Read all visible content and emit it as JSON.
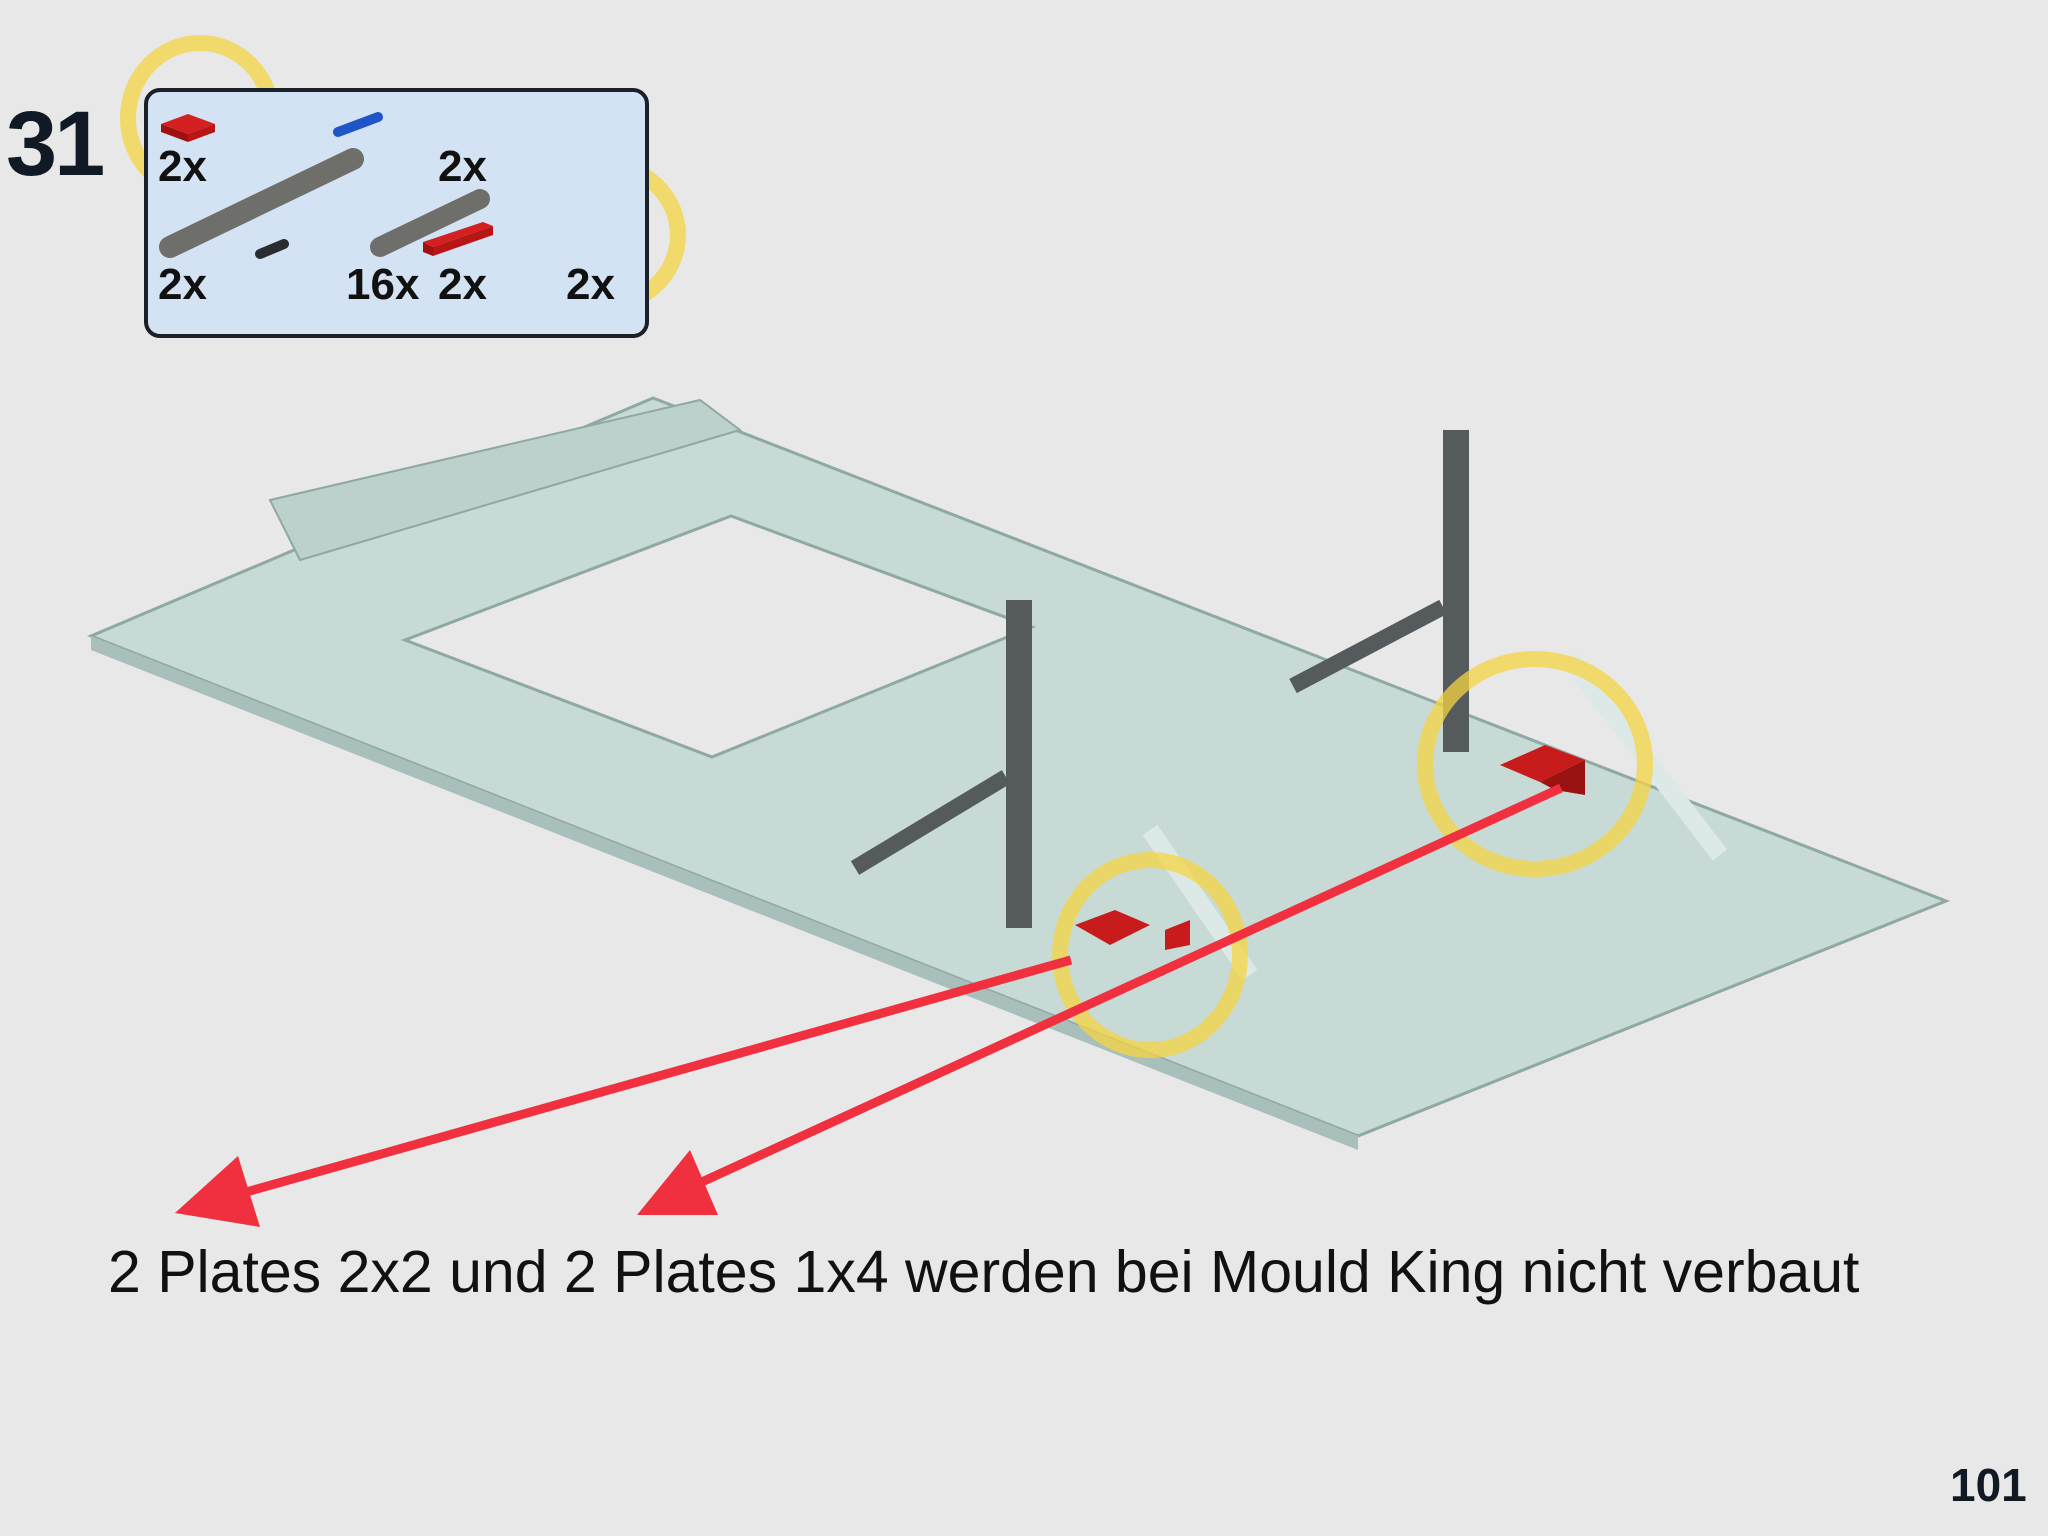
{
  "step": {
    "number": "31"
  },
  "parts": [
    {
      "name": "plate-2x2-red",
      "qty": "2x"
    },
    {
      "name": "pin-connector-blue",
      "qty": "2x"
    },
    {
      "name": "beam-15-gray",
      "qty": "2x"
    },
    {
      "name": "pin-black",
      "qty": "16x"
    },
    {
      "name": "beam-7-gray",
      "qty": "2x"
    },
    {
      "name": "plate-1x4-red",
      "qty": "2x"
    }
  ],
  "annotation": {
    "text": "2 Plates 2x2 und 2 Plates 1x4 werden bei Mould King nicht verbaut"
  },
  "page": {
    "number": "101"
  },
  "colors": {
    "highlight": "#f5d442",
    "arrow": "#f0303f",
    "part_red": "#c81b1b",
    "model": "#c9dcd8"
  }
}
